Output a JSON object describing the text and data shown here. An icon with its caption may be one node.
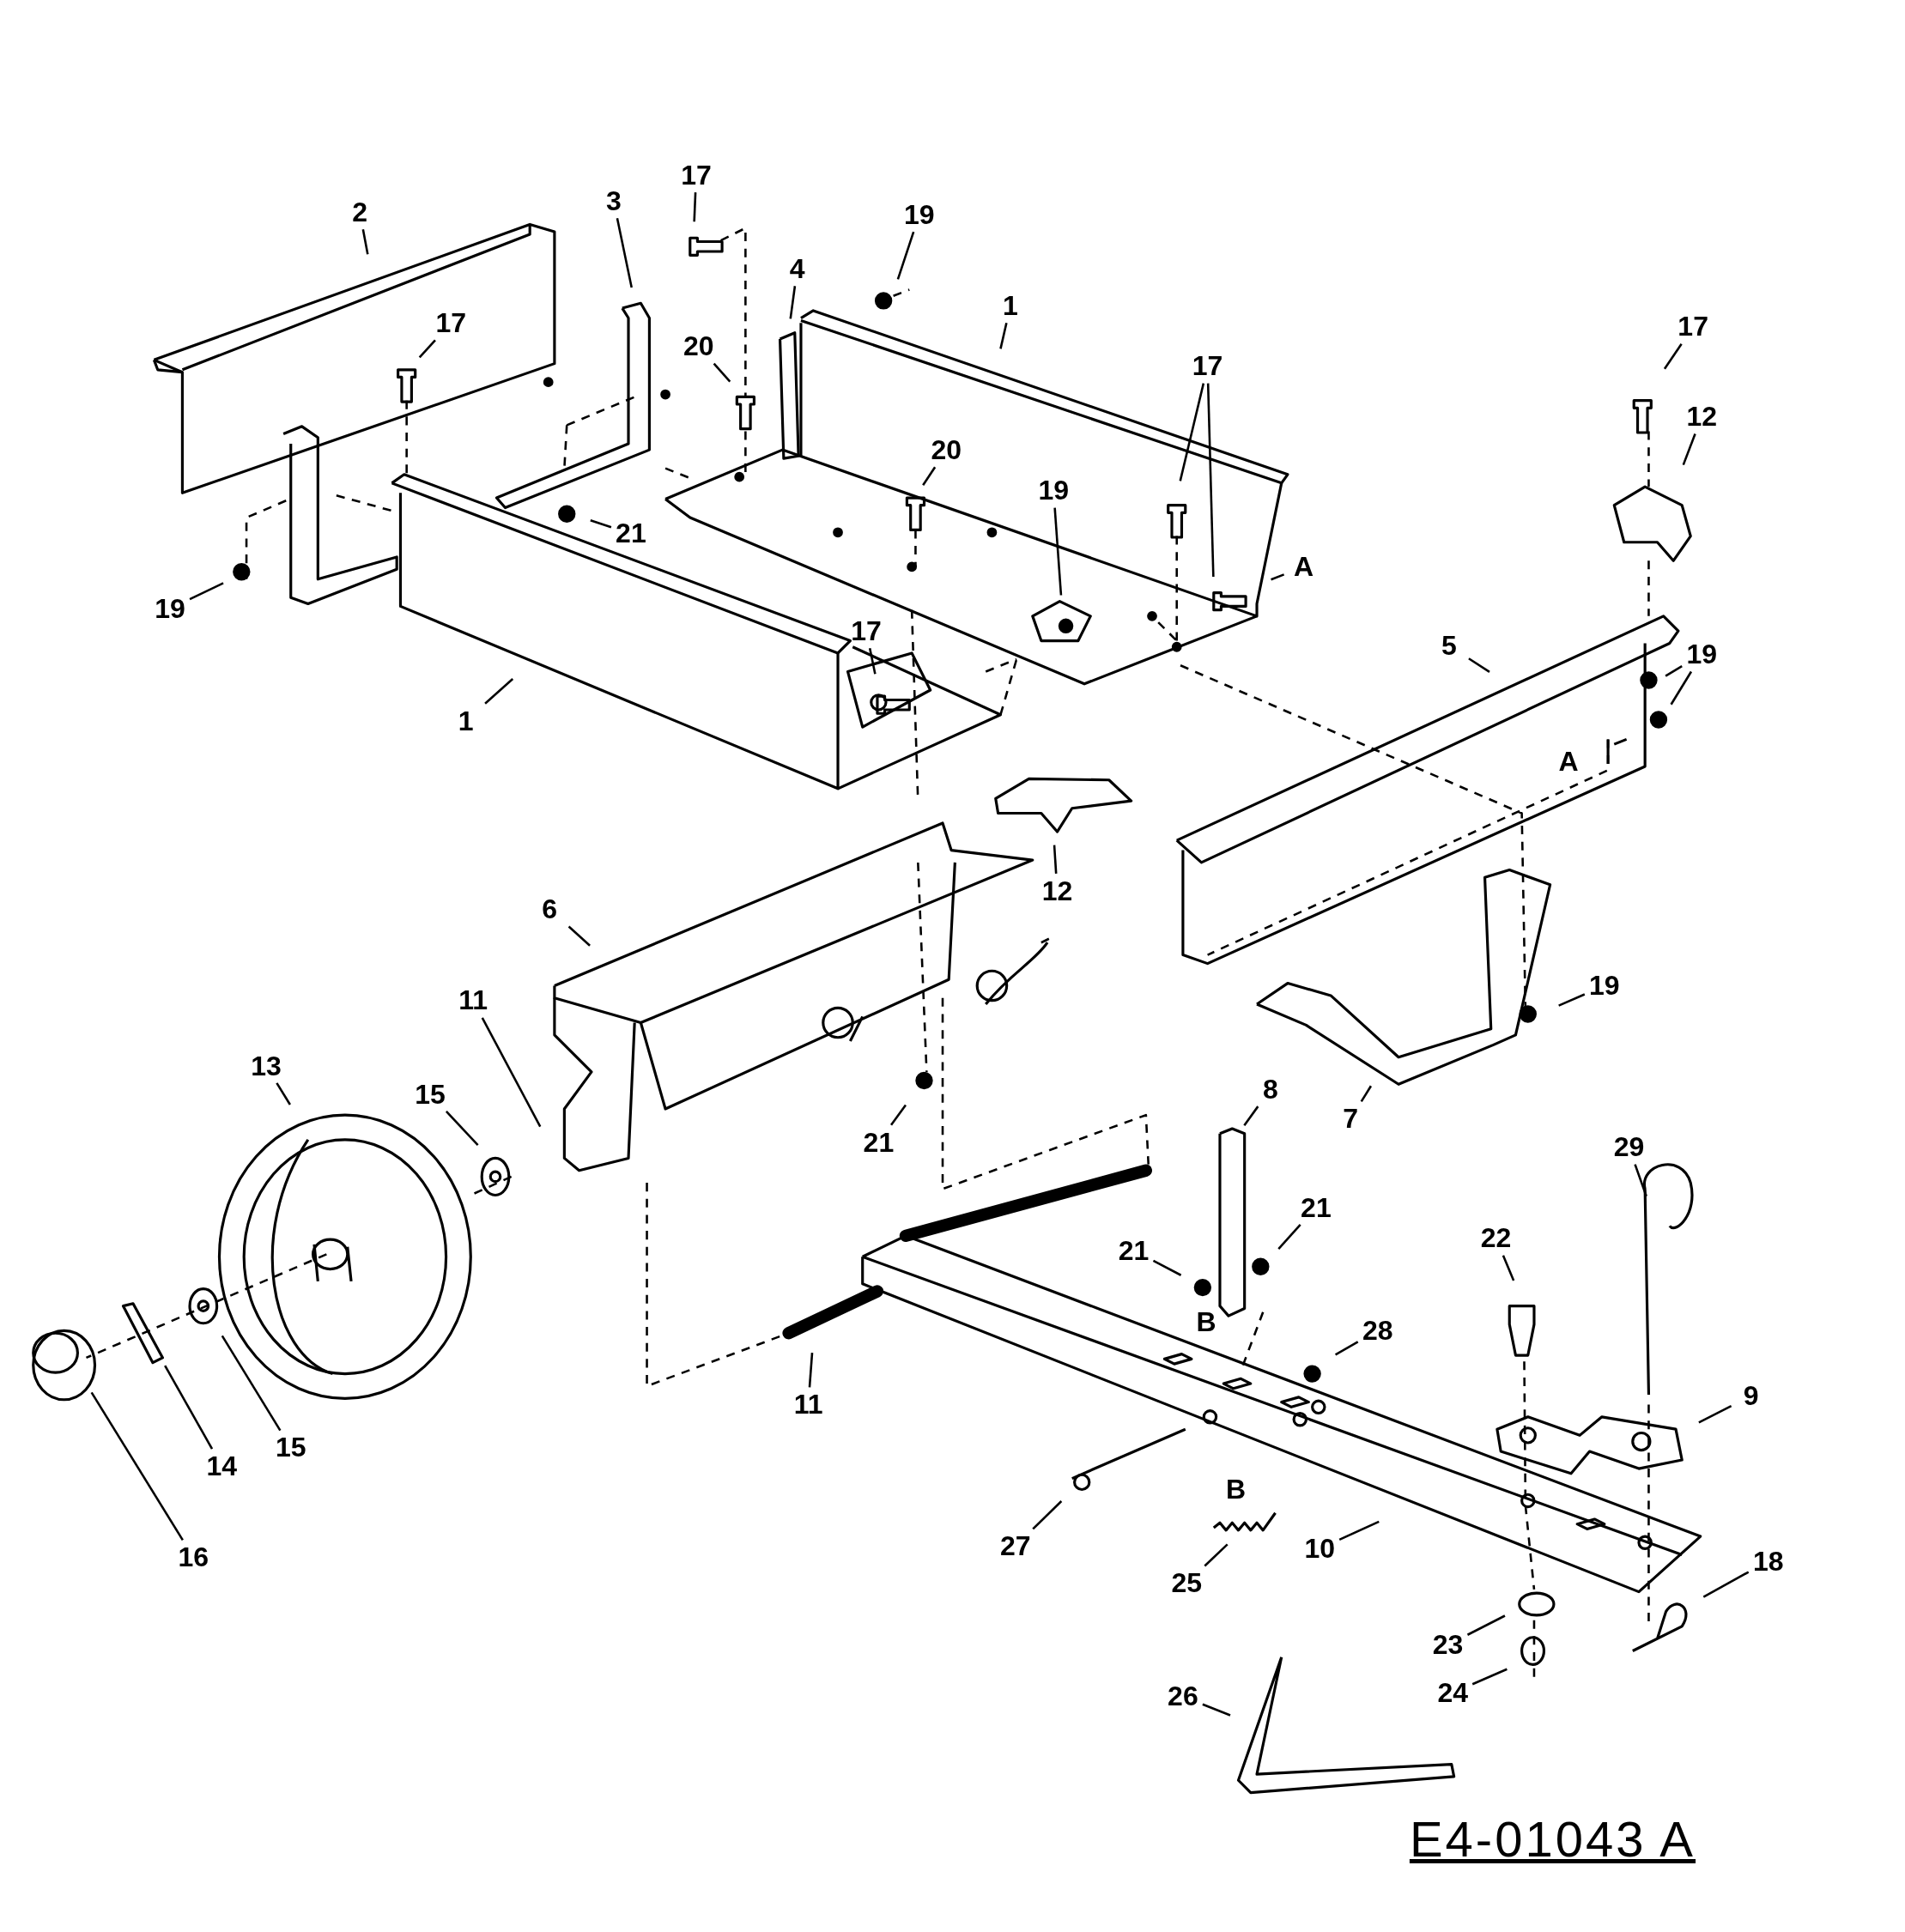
{
  "diagram": {
    "nodes": [
      {
        "text": [
          "2"
        ]
      },
      {
        "text": [
          "3"
        ]
      },
      {
        "text": [
          "17"
        ]
      },
      {
        "text": [
          "19"
        ]
      },
      {
        "text": [
          "4"
        ]
      },
      {
        "text": [
          "1"
        ]
      },
      {
        "text": [
          "17"
        ]
      },
      {
        "text": [
          "20"
        ]
      },
      {
        "text": [
          "17"
        ]
      },
      {
        "text": [
          "17"
        ]
      },
      {
        "text": [
          "12"
        ]
      },
      {
        "text": [
          "20"
        ]
      },
      {
        "text": [
          "19"
        ]
      },
      {
        "text": [
          "21"
        ]
      },
      {
        "text": [
          "A"
        ]
      },
      {
        "text": [
          "19"
        ]
      },
      {
        "text": [
          "1"
        ]
      },
      {
        "text": [
          "17"
        ]
      },
      {
        "text": [
          "5"
        ]
      },
      {
        "text": [
          "19"
        ]
      },
      {
        "text": [
          "12"
        ]
      },
      {
        "text": [
          "6"
        ]
      },
      {
        "text": [
          "19"
        ]
      },
      {
        "text": [
          "11"
        ]
      },
      {
        "text": [
          "13"
        ]
      },
      {
        "text": [
          "15"
        ]
      },
      {
        "text": [
          "21"
        ]
      },
      {
        "text": [
          "7"
        ]
      },
      {
        "text": [
          "8"
        ]
      },
      {
        "text": [
          "29"
        ]
      },
      {
        "text": [
          "21"
        ]
      },
      {
        "text": [
          "22"
        ]
      },
      {
        "text": [
          "21"
        ]
      },
      {
        "text": [
          "28"
        ]
      },
      {
        "text": [
          "9"
        ]
      },
      {
        "text": [
          "11"
        ]
      },
      {
        "text": [
          "14"
        ]
      },
      {
        "text": [
          "15"
        ]
      },
      {
        "text": [
          "16"
        ]
      },
      {
        "text": [
          "27"
        ]
      },
      {
        "text": [
          "10"
        ]
      },
      {
        "text": [
          "25"
        ]
      },
      {
        "text": [
          "18"
        ]
      },
      {
        "text": [
          "23"
        ]
      },
      {
        "text": [
          "24"
        ]
      },
      {
        "text": [
          "26"
        ]
      }
    ],
    "edges": [
      {
        "from": 0,
        "to": null,
        "arrow": "none"
      },
      {
        "from": 1,
        "to": null,
        "arrow": "none"
      },
      {
        "from": 2,
        "to": null,
        "arrow": "none"
      },
      {
        "from": 3,
        "to": null,
        "arrow": "none"
      },
      {
        "from": 4,
        "to": null,
        "arrow": "none"
      },
      {
        "from": 5,
        "to": null,
        "arrow": "none"
      },
      {
        "from": 6,
        "to": null,
        "arrow": "none"
      },
      {
        "from": 7,
        "to": null,
        "arrow": "none"
      },
      {
        "from": 8,
        "to": null,
        "arrow": "none"
      },
      {
        "from": 9,
        "to": null,
        "arrow": "none"
      },
      {
        "from": 9,
        "to": null,
        "arrow": "none"
      },
      {
        "from": 10,
        "to": null,
        "arrow": "none"
      },
      {
        "from": 11,
        "to": null,
        "arrow": "none"
      },
      {
        "from": 12,
        "to": null,
        "arrow": "none"
      },
      {
        "from": 13,
        "to": null,
        "arrow": "none"
      },
      {
        "from": 14,
        "to": null,
        "arrow": "none"
      },
      {
        "from": 15,
        "to": null,
        "arrow": "none"
      },
      {
        "from": 16,
        "to": null,
        "arrow": "none"
      },
      {
        "from": 17,
        "to": null,
        "arrow": "none"
      },
      {
        "from": 18,
        "to": null,
        "arrow": "none"
      },
      {
        "from": 19,
        "to": null,
        "arrow": "none"
      },
      {
        "from": 19,
        "to": null,
        "arrow": "none"
      },
      {
        "from": 20,
        "to": null,
        "arrow": "none"
      },
      {
        "from": 21,
        "to": null,
        "arrow": "none"
      },
      {
        "from": 22,
        "to": null,
        "arrow": "none"
      },
      {
        "from": 23,
        "to": null,
        "arrow": "none"
      },
      {
        "from": 24,
        "to": null,
        "arrow": "none"
      },
      {
        "from": 25,
        "to": null,
        "arrow": "none"
      },
      {
        "from": 26,
        "to": null,
        "arrow": "none"
      },
      {
        "from": 27,
        "to": null,
        "arrow": "none"
      },
      {
        "from": 28,
        "to": null,
        "arrow": "none"
      },
      {
        "from": 29,
        "to": null,
        "arrow": "none"
      },
      {
        "from": 30,
        "to": null,
        "arrow": "none"
      },
      {
        "from": 31,
        "to": null,
        "arrow": "none"
      },
      {
        "from": 32,
        "to": null,
        "arrow": "none"
      },
      {
        "from": 33,
        "to": null,
        "arrow": "none"
      },
      {
        "from": 34,
        "to": null,
        "arrow": "none"
      },
      {
        "from": 35,
        "to": null,
        "arrow": "none"
      },
      {
        "from": 36,
        "to": null,
        "arrow": "none"
      },
      {
        "from": 37,
        "to": null,
        "arrow": "none"
      },
      {
        "from": 38,
        "to": null,
        "arrow": "none"
      },
      {
        "from": 39,
        "to": null,
        "arrow": "none"
      },
      {
        "from": 40,
        "to": null,
        "arrow": "none"
      },
      {
        "from": 41,
        "to": null,
        "arrow": "none"
      },
      {
        "from": 42,
        "to": null,
        "arrow": "none"
      },
      {
        "from": 43,
        "to": null,
        "arrow": "none"
      },
      {
        "from": 44,
        "to": null,
        "arrow": "none"
      },
      {
        "from": 45,
        "to": null,
        "arrow": "none"
      }
    ],
    "labels": [
      "A",
      "B",
      "B",
      "E4-01043 A"
    ]
  }
}
